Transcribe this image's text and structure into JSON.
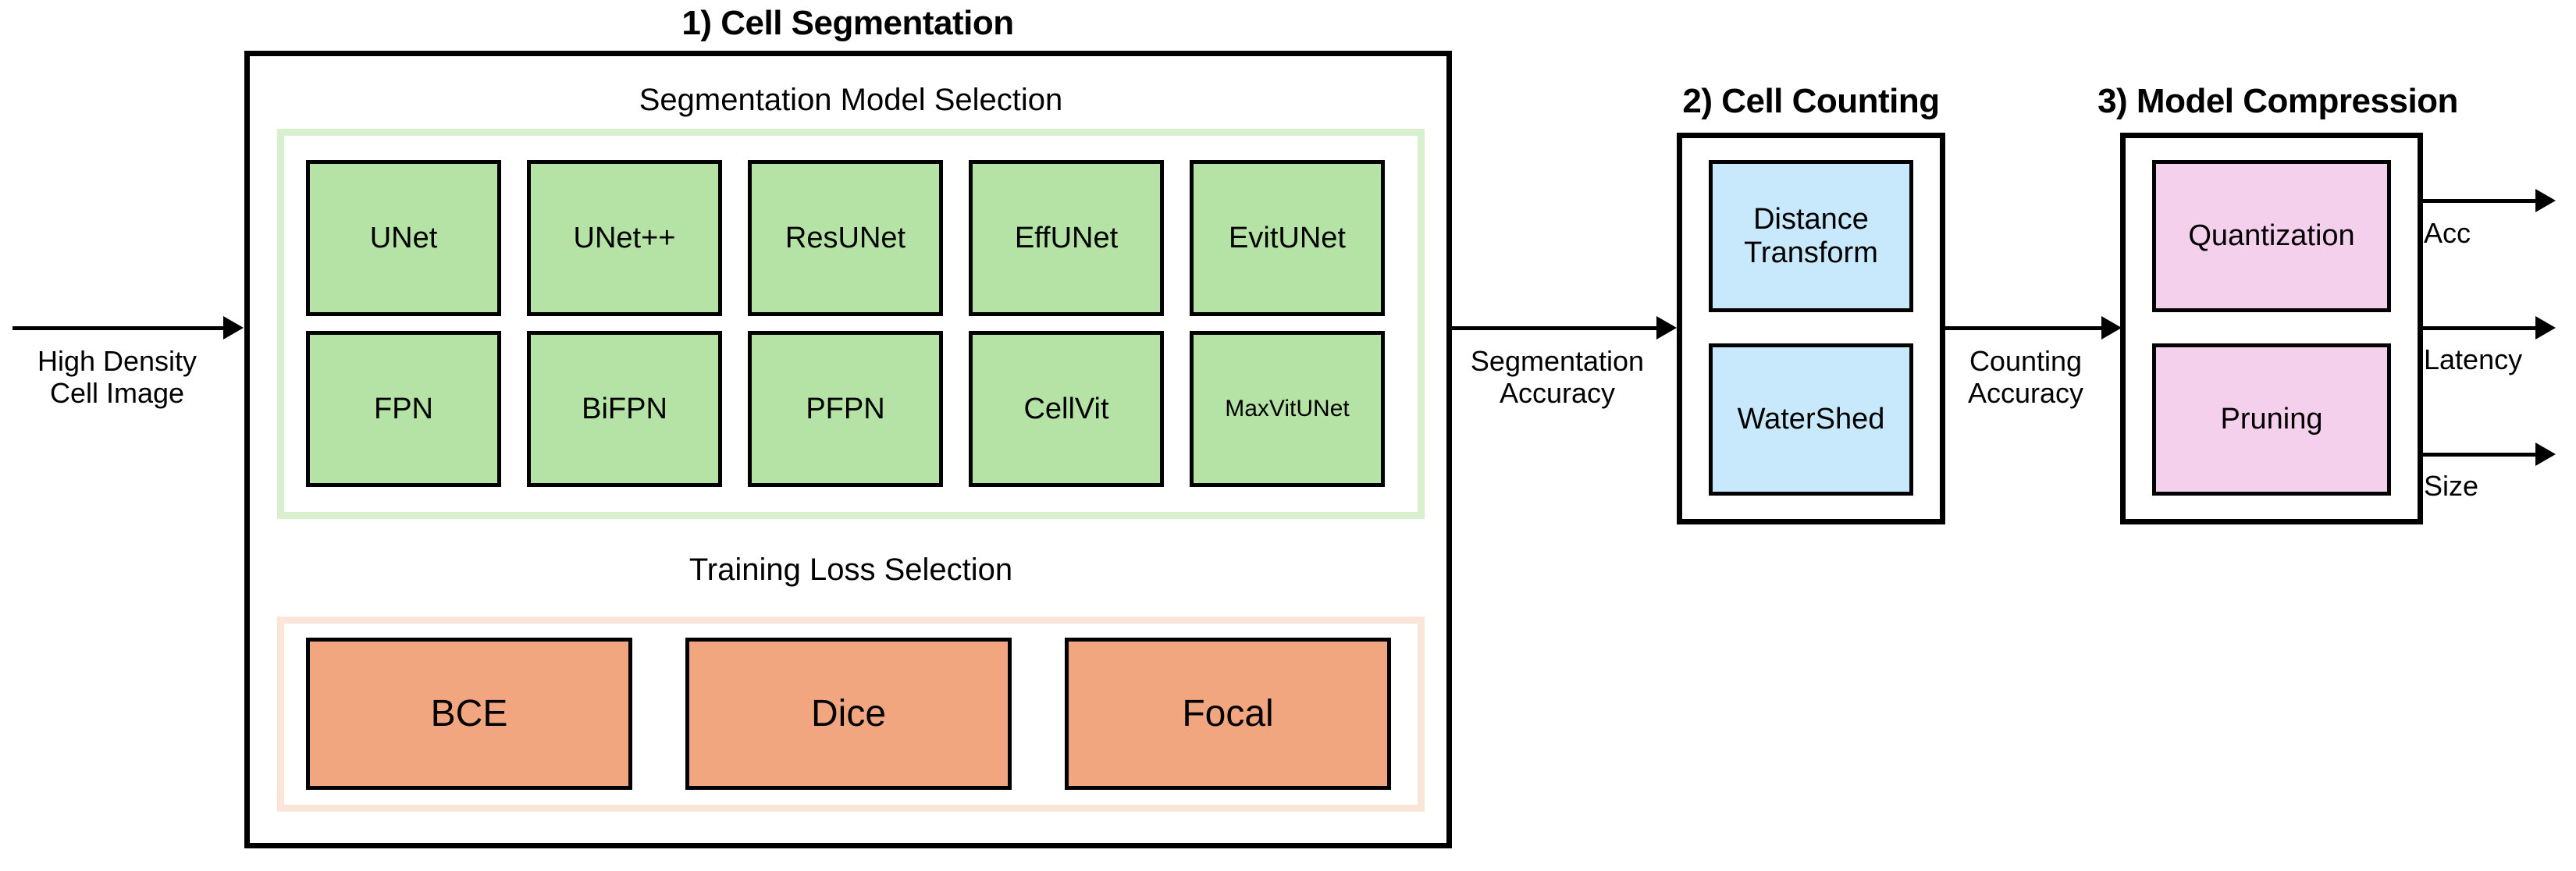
{
  "diagram": {
    "input": {
      "label": "High Density\nCell Image",
      "line1": "High Density",
      "line2": "Cell Image"
    },
    "stages": [
      {
        "id": "cell-segmentation",
        "title": "1) Cell Segmentation",
        "groups": [
          {
            "id": "segmentation-model-selection",
            "caption": "Segmentation Model Selection",
            "accent": "#d8f0cd",
            "item_fill": "#b5e3a5",
            "rows": [
              [
                "UNet",
                "UNet++",
                "ResUNet",
                "EffUNet",
                "EvitUNet"
              ],
              [
                "FPN",
                "BiFPN",
                "PFPN",
                "CellVit",
                "MaxVitUNet"
              ]
            ]
          },
          {
            "id": "training-loss-selection",
            "caption": "Training Loss Selection",
            "accent": "#fbe4d8",
            "item_fill": "#f2a67f",
            "rows": [
              [
                "BCE",
                "Dice",
                "Focal"
              ]
            ]
          }
        ]
      },
      {
        "id": "cell-counting",
        "title": "2) Cell Counting",
        "item_fill": "#c7e9fb",
        "items": [
          {
            "line1": "Distance",
            "line2": "Transform"
          },
          {
            "line1": "WaterShed",
            "line2": ""
          }
        ]
      },
      {
        "id": "model-compression",
        "title": "3) Model Compression",
        "item_fill": "#f4d0ed",
        "items": [
          {
            "line1": "Quantization",
            "line2": ""
          },
          {
            "line1": "Pruning",
            "line2": ""
          }
        ]
      }
    ],
    "edges": [
      {
        "id": "segmentation-accuracy",
        "line1": "Segmentation",
        "line2": "Accuracy"
      },
      {
        "id": "counting-accuracy",
        "line1": "Counting",
        "line2": "Accuracy"
      }
    ],
    "outputs": [
      {
        "id": "acc",
        "label": "Acc"
      },
      {
        "id": "latency",
        "label": "Latency"
      },
      {
        "id": "size",
        "label": "Size"
      }
    ]
  }
}
